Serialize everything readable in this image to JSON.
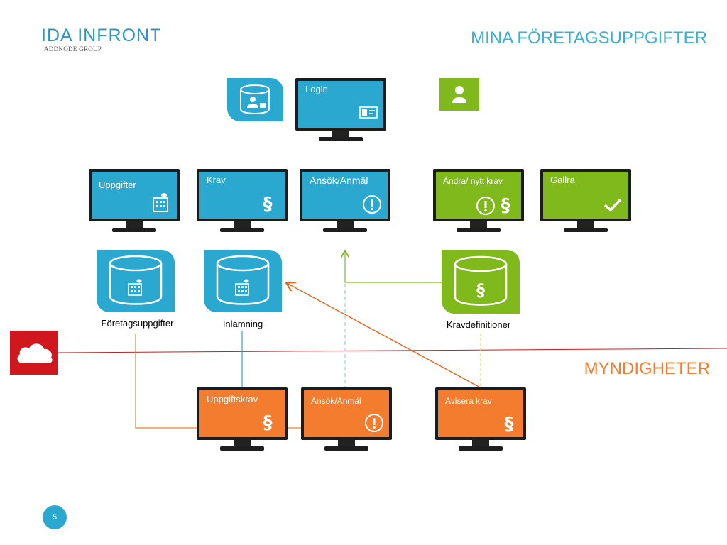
{
  "logo": {
    "name": "IDA INFRONT",
    "sub": "ADDNODE GROUP"
  },
  "title": "MINA FÖRETAGSUPPGIFTER",
  "section_label": "MYNDIGHETER",
  "monitors": {
    "login": "Login",
    "uppgifter": "Uppgifter",
    "krav": "Krav",
    "ansok_top": "Ansök/Anmäl",
    "andra": "Ändra/ nytt krav",
    "gallra": "Gallra",
    "uppgiftskrav": "Uppgiftskrav",
    "ansok_bottom": "Ansök/Anmäl",
    "avisera": "Avisera krav"
  },
  "databases": {
    "foretag": "Företagsuppgifter",
    "inlamning": "Inlämning",
    "kravdef": "Kravdefinitioner"
  },
  "page_number": "5",
  "colors": {
    "blue": "#2aa8cf",
    "green": "#80b91c",
    "orange": "#f47c2e",
    "red": "#d0171e"
  }
}
